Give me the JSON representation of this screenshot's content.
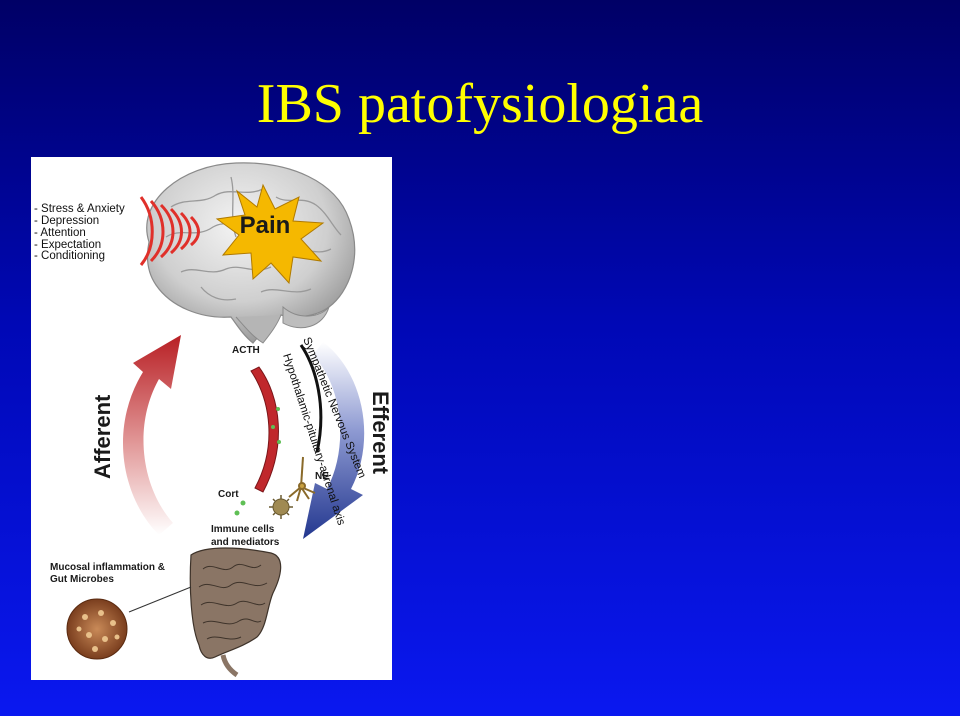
{
  "slide": {
    "title": "IBS patofysiologiaa"
  },
  "figure": {
    "factors": [
      "- Stress & Anxiety",
      "- Depression",
      "- Attention",
      "- Expectation",
      "- Conditioning"
    ],
    "pain_label": "Pain",
    "afferent_label": "Afferent",
    "efferent_label": "Efferent",
    "acth_label": "ACTH",
    "hpa_axis_label": "Hypothalamic-pituitary-adrenal axis",
    "sns_label": "Sympathetic Nervous System",
    "ne_label": "NE",
    "cort_label": "Cort",
    "immune_label_line1": "Immune cells",
    "immune_label_line2": "and mediators",
    "mucosal_label_line1": "Mucosal inflammation &",
    "mucosal_label_line2": "Gut Microbes"
  },
  "colors": {
    "title": "#ffff00",
    "background_top": "#000066",
    "background_bottom": "#0a18f0",
    "afferent_arrow": "#c0282c",
    "efferent_arrow": "#2a3f9e",
    "pain_burst": "#f5b800"
  }
}
